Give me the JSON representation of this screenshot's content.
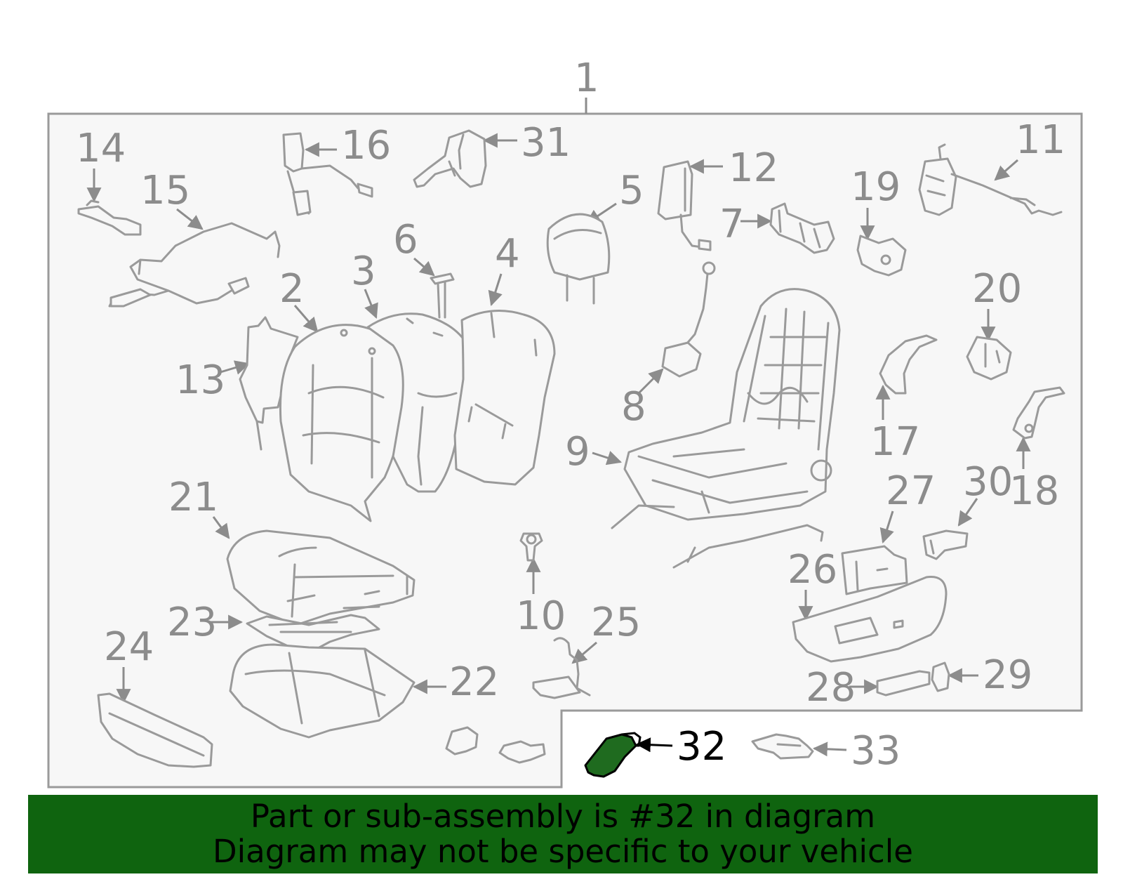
{
  "callouts": {
    "c1": "1",
    "c2": "2",
    "c3": "3",
    "c4": "4",
    "c5": "5",
    "c6": "6",
    "c7": "7",
    "c8": "8",
    "c9": "9",
    "c10": "10",
    "c11": "11",
    "c12": "12",
    "c13": "13",
    "c14": "14",
    "c15": "15",
    "c16": "16",
    "c17": "17",
    "c18": "18",
    "c19": "19",
    "c20": "20",
    "c21": "21",
    "c22": "22",
    "c23": "23",
    "c24": "24",
    "c25": "25",
    "c26": "26",
    "c27": "27",
    "c28": "28",
    "c29": "29",
    "c30": "30",
    "c31": "31",
    "c32": "32",
    "c33": "33"
  },
  "highlight": {
    "part": "32",
    "color": "#1f6b1f"
  },
  "banner": {
    "line1": "Part or sub-assembly is #32 in diagram",
    "line2": "Diagram may not be specific to your vehicle",
    "color": "#0f640f"
  }
}
